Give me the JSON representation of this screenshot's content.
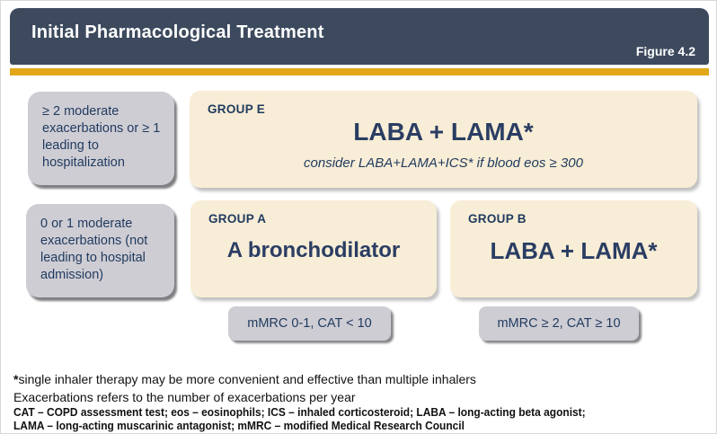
{
  "header": {
    "title": "Initial Pharmacological Treatment",
    "figure_label": "Figure 4.2"
  },
  "colors": {
    "header_bg": "#3d4a5e",
    "accent_gold": "#e2a718",
    "box_cream": "#f8edd6",
    "box_gray": "#cfcdd4",
    "text_navy": "#1f3a5f"
  },
  "criteria": {
    "high_risk": "≥ 2 moderate exacerbations or ≥ 1 leading to hospitalization",
    "low_risk": "0 or 1 moderate exacerbations (not leading to hospital admission)"
  },
  "groups": {
    "e": {
      "label": "GROUP E",
      "treatment": "LABA + LAMA*",
      "note": "consider LABA+LAMA+ICS* if blood eos ≥ 300"
    },
    "a": {
      "label": "GROUP A",
      "treatment": "A bronchodilator"
    },
    "b": {
      "label": "GROUP B",
      "treatment": "LABA + LAMA*"
    }
  },
  "symptom_scales": {
    "left": "mMRC 0-1, CAT < 10",
    "right": "mMRC ≥ 2, CAT ≥ 10"
  },
  "footnotes": {
    "line1_star": "*",
    "line1": "single inhaler therapy may be more convenient and effective than multiple inhalers",
    "line2": "Exacerbations refers to the number of exacerbations per year",
    "line3": "CAT – COPD assessment test; eos – eosinophils; ICS – inhaled corticosteroid; LABA – long-acting beta agonist;",
    "line4": "LAMA – long-acting muscarinic antagonist; mMRC – modified Medical Research Council"
  }
}
